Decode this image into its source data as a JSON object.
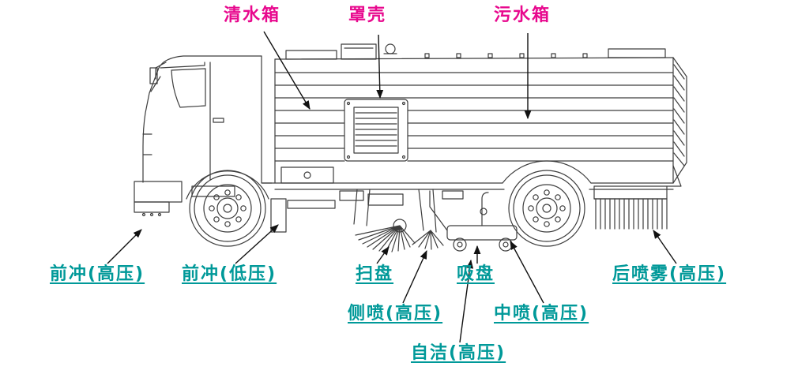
{
  "labels": {
    "top": [
      {
        "name": "clean-water-tank",
        "text": "清水箱"
      },
      {
        "name": "cover-shell",
        "text": "罩壳"
      },
      {
        "name": "sewage-tank",
        "text": "污水箱"
      }
    ],
    "bottom": [
      {
        "name": "front-flush-high-pressure",
        "text": "前冲(高压)"
      },
      {
        "name": "front-flush-low-pressure",
        "text": "前冲(低压)"
      },
      {
        "name": "sweep-disc",
        "text": "扫盘"
      },
      {
        "name": "suction-disc",
        "text": "吸盘"
      },
      {
        "name": "rear-spray-mist-high-pressure",
        "text": "后喷雾(高压)"
      },
      {
        "name": "side-spray-high-pressure",
        "text": "侧喷(高压)"
      },
      {
        "name": "middle-spray-high-pressure",
        "text": "中喷(高压)"
      },
      {
        "name": "self-clean-high-pressure",
        "text": "自洁(高压)"
      }
    ]
  },
  "colors": {
    "top-label": "#e8098e",
    "bottom-label": "#009999",
    "line-art": "#3d3d3d",
    "leader-line": "#111111",
    "background": "#ffffff"
  }
}
